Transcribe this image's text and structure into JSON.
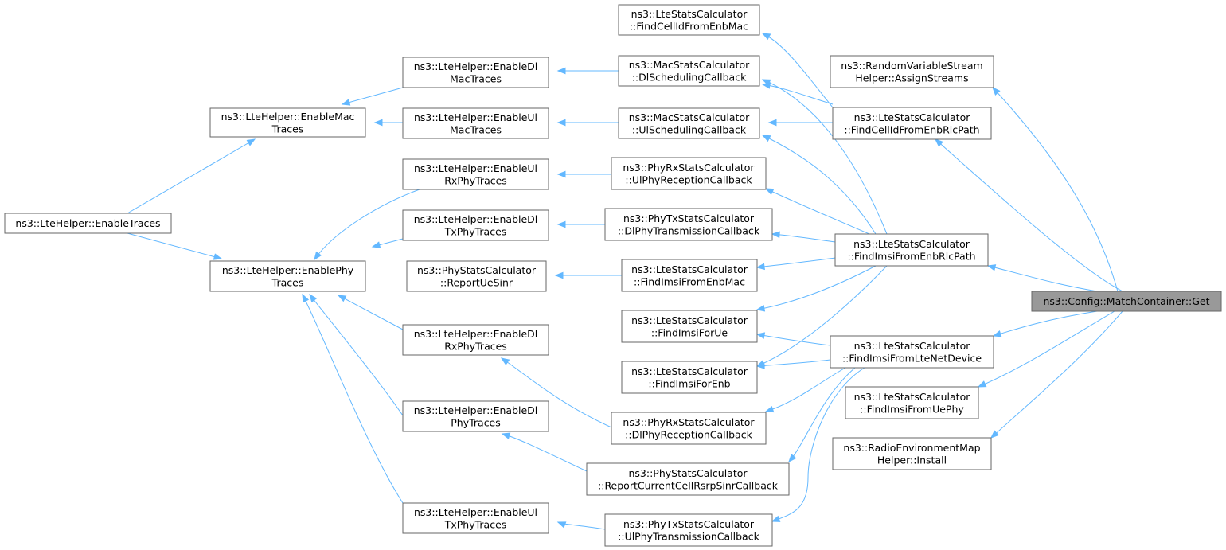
{
  "diagram": {
    "type": "caller-graph",
    "focus_node": "n_get",
    "nodes": [
      {
        "id": "n_enabletraces",
        "lines": [
          "ns3::LteHelper::EnableTraces"
        ]
      },
      {
        "id": "n_enablemac",
        "lines": [
          "ns3::LteHelper::EnableMac",
          "Traces"
        ]
      },
      {
        "id": "n_enablephy",
        "lines": [
          "ns3::LteHelper::EnablePhy",
          "Traces"
        ]
      },
      {
        "id": "n_enabledlmac",
        "lines": [
          "ns3::LteHelper::EnableDl",
          "MacTraces"
        ]
      },
      {
        "id": "n_enableulmac",
        "lines": [
          "ns3::LteHelper::EnableUl",
          "MacTraces"
        ]
      },
      {
        "id": "n_enableulrxphy",
        "lines": [
          "ns3::LteHelper::EnableUl",
          "RxPhyTraces"
        ]
      },
      {
        "id": "n_enabledltxphy",
        "lines": [
          "ns3::LteHelper::EnableDl",
          "TxPhyTraces"
        ]
      },
      {
        "id": "n_reportuesinr",
        "lines": [
          "ns3::PhyStatsCalculator",
          "::ReportUeSinr"
        ]
      },
      {
        "id": "n_enabledlrxphy",
        "lines": [
          "ns3::LteHelper::EnableDl",
          "RxPhyTraces"
        ]
      },
      {
        "id": "n_enabledlphy",
        "lines": [
          "ns3::LteHelper::EnableDl",
          "PhyTraces"
        ]
      },
      {
        "id": "n_enableultxphy",
        "lines": [
          "ns3::LteHelper::EnableUl",
          "TxPhyTraces"
        ]
      },
      {
        "id": "n_findcellmac",
        "lines": [
          "ns3::LteStatsCalculator",
          "::FindCellIdFromEnbMac"
        ]
      },
      {
        "id": "n_dlsched",
        "lines": [
          "ns3::MacStatsCalculator",
          "::DlSchedulingCallback"
        ]
      },
      {
        "id": "n_ulsched",
        "lines": [
          "ns3::MacStatsCalculator",
          "::UlSchedulingCallback"
        ]
      },
      {
        "id": "n_ulphyrecep",
        "lines": [
          "ns3::PhyRxStatsCalculator",
          "::UlPhyReceptionCallback"
        ]
      },
      {
        "id": "n_dlphytrans",
        "lines": [
          "ns3::PhyTxStatsCalculator",
          "::DlPhyTransmissionCallback"
        ]
      },
      {
        "id": "n_findimsimac",
        "lines": [
          "ns3::LteStatsCalculator",
          "::FindImsiFromEnbMac"
        ]
      },
      {
        "id": "n_findimsiue",
        "lines": [
          "ns3::LteStatsCalculator",
          "::FindImsiForUe"
        ]
      },
      {
        "id": "n_findimsienb",
        "lines": [
          "ns3::LteStatsCalculator",
          "::FindImsiForEnb"
        ]
      },
      {
        "id": "n_dlphyrecep",
        "lines": [
          "ns3::PhyRxStatsCalculator",
          "::DlPhyReceptionCallback"
        ]
      },
      {
        "id": "n_reportrsrp",
        "lines": [
          "ns3::PhyStatsCalculator",
          "::ReportCurrentCellRsrpSinrCallback"
        ]
      },
      {
        "id": "n_ulphytrans",
        "lines": [
          "ns3::PhyTxStatsCalculator",
          "::UlPhyTransmissionCallback"
        ]
      },
      {
        "id": "n_randomstream",
        "lines": [
          "ns3::RandomVariableStream",
          "Helper::AssignStreams"
        ]
      },
      {
        "id": "n_findcellrlc",
        "lines": [
          "ns3::LteStatsCalculator",
          "::FindCellIdFromEnbRlcPath"
        ]
      },
      {
        "id": "n_findimsirlc",
        "lines": [
          "ns3::LteStatsCalculator",
          "::FindImsiFromEnbRlcPath"
        ]
      },
      {
        "id": "n_findimsilte",
        "lines": [
          "ns3::LteStatsCalculator",
          "::FindImsiFromLteNetDevice"
        ]
      },
      {
        "id": "n_findimsiuephy",
        "lines": [
          "ns3::LteStatsCalculator",
          "::FindImsiFromUePhy"
        ]
      },
      {
        "id": "n_remhelper",
        "lines": [
          "ns3::RadioEnvironmentMap",
          "Helper::Install"
        ]
      },
      {
        "id": "n_get",
        "lines": [
          "ns3::Config::MatchContainer::Get"
        ]
      }
    ],
    "edges": [
      {
        "from": "n_enablemac",
        "to": "n_enabletraces"
      },
      {
        "from": "n_enablephy",
        "to": "n_enabletraces"
      },
      {
        "from": "n_enabledlmac",
        "to": "n_enablemac"
      },
      {
        "from": "n_enableulmac",
        "to": "n_enablemac"
      },
      {
        "from": "n_enableulrxphy",
        "to": "n_enablephy"
      },
      {
        "from": "n_enabledltxphy",
        "to": "n_enablephy"
      },
      {
        "from": "n_enabledlrxphy",
        "to": "n_enablephy"
      },
      {
        "from": "n_enabledlphy",
        "to": "n_enablephy"
      },
      {
        "from": "n_enableultxphy",
        "to": "n_enablephy"
      },
      {
        "from": "n_dlsched",
        "to": "n_enabledlmac"
      },
      {
        "from": "n_ulsched",
        "to": "n_enableulmac"
      },
      {
        "from": "n_ulphyrecep",
        "to": "n_enableulrxphy"
      },
      {
        "from": "n_dlphytrans",
        "to": "n_enabledltxphy"
      },
      {
        "from": "n_findimsimac",
        "to": "n_reportuesinr"
      },
      {
        "from": "n_dlphyrecep",
        "to": "n_enabledlrxphy"
      },
      {
        "from": "n_reportrsrp",
        "to": "n_enabledlphy"
      },
      {
        "from": "n_ulphytrans",
        "to": "n_enableultxphy"
      },
      {
        "from": "n_findcellrlc",
        "to": "n_findcellmac"
      },
      {
        "from": "n_findcellrlc",
        "to": "n_dlsched"
      },
      {
        "from": "n_findcellrlc",
        "to": "n_ulsched"
      },
      {
        "from": "n_findimsirlc",
        "to": "n_dlsched"
      },
      {
        "from": "n_findimsirlc",
        "to": "n_ulsched"
      },
      {
        "from": "n_findimsirlc",
        "to": "n_ulphyrecep"
      },
      {
        "from": "n_findimsirlc",
        "to": "n_dlphytrans"
      },
      {
        "from": "n_findimsirlc",
        "to": "n_findimsimac"
      },
      {
        "from": "n_findimsirlc",
        "to": "n_findimsiue"
      },
      {
        "from": "n_findimsirlc",
        "to": "n_findimsienb"
      },
      {
        "from": "n_findimsilte",
        "to": "n_findimsiue"
      },
      {
        "from": "n_findimsilte",
        "to": "n_findimsienb"
      },
      {
        "from": "n_findimsilte",
        "to": "n_dlphyrecep"
      },
      {
        "from": "n_findimsilte",
        "to": "n_reportrsrp"
      },
      {
        "from": "n_findimsilte",
        "to": "n_ulphytrans"
      },
      {
        "from": "n_get",
        "to": "n_findcellrlc"
      },
      {
        "from": "n_get",
        "to": "n_findimsirlc"
      },
      {
        "from": "n_get",
        "to": "n_findimsilte"
      },
      {
        "from": "n_get",
        "to": "n_findimsiuephy"
      },
      {
        "from": "n_get",
        "to": "n_remhelper"
      },
      {
        "from": "n_get",
        "to": "n_randomstream"
      }
    ]
  },
  "colors": {
    "edge": "#63b8ff",
    "node_border": "#666666",
    "node_fill": "#ffffff",
    "focus_fill": "#999999",
    "text": "#000000"
  }
}
